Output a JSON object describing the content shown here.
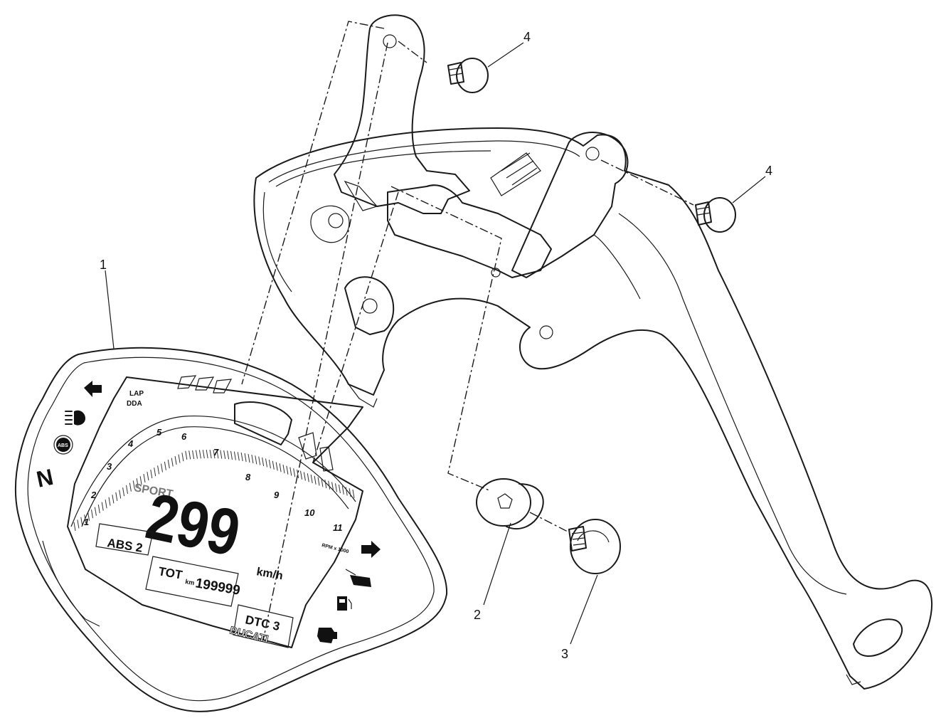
{
  "callouts": [
    {
      "id": "1",
      "text": "1"
    },
    {
      "id": "2",
      "text": "2"
    },
    {
      "id": "3",
      "text": "3"
    },
    {
      "id": "4a",
      "text": "4"
    },
    {
      "id": "4b",
      "text": "4"
    }
  ],
  "dashboard": {
    "mode_top": "LAP",
    "mode_bottom": "DDA",
    "riding_mode": "SPORT",
    "speed": "299",
    "speed_unit": "km/h",
    "rpm_unit": "RPM x 1000",
    "abs": "ABS 2",
    "odo_label": "TOT",
    "odo_unit": "km",
    "odo_value": "199999",
    "dtc": "DTC 3",
    "brand": "DUCATI",
    "gear": "N",
    "abs_icon_text": "ABS",
    "tach_ticks": [
      "1",
      "2",
      "3",
      "4",
      "5",
      "6",
      "7",
      "8",
      "9",
      "10",
      "11"
    ]
  },
  "icons": [
    "turn-left-icon",
    "high-beam-icon",
    "abs-warning-icon",
    "neutral-icon",
    "turn-right-icon",
    "oil-pressure-icon",
    "fuel-icon",
    "engine-check-icon"
  ]
}
